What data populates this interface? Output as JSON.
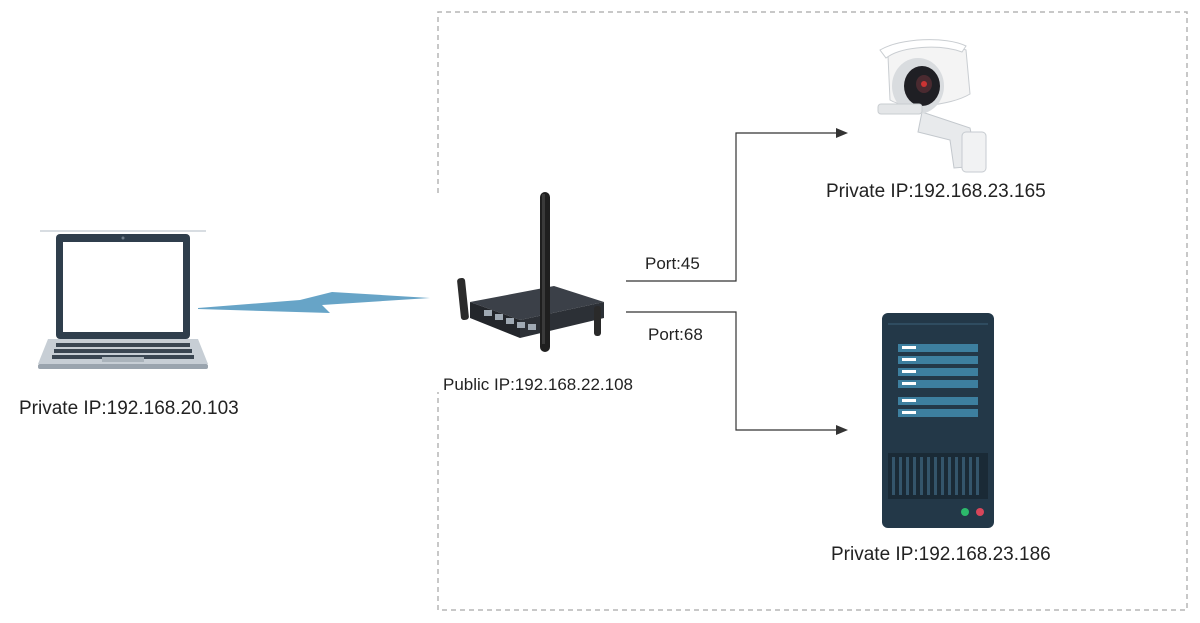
{
  "nodes": {
    "laptop": {
      "label": "Private IP:192.168.20.103",
      "icon": "laptop-icon"
    },
    "router": {
      "label": "Public IP:192.168.22.108",
      "icon": "router-icon"
    },
    "camera": {
      "label": "Private IP:192.168.23.165",
      "icon": "camera-icon"
    },
    "server": {
      "label": "Private IP:192.168.23.186",
      "icon": "server-icon"
    }
  },
  "links": {
    "camera_port": "Port:45",
    "server_port": "Port:68"
  },
  "colors": {
    "boundary": "#b5b5b5",
    "wireless": "#5f9fc4",
    "server_body": "#233848",
    "server_slot": "#3d7f9f",
    "arrow": "#333333"
  }
}
